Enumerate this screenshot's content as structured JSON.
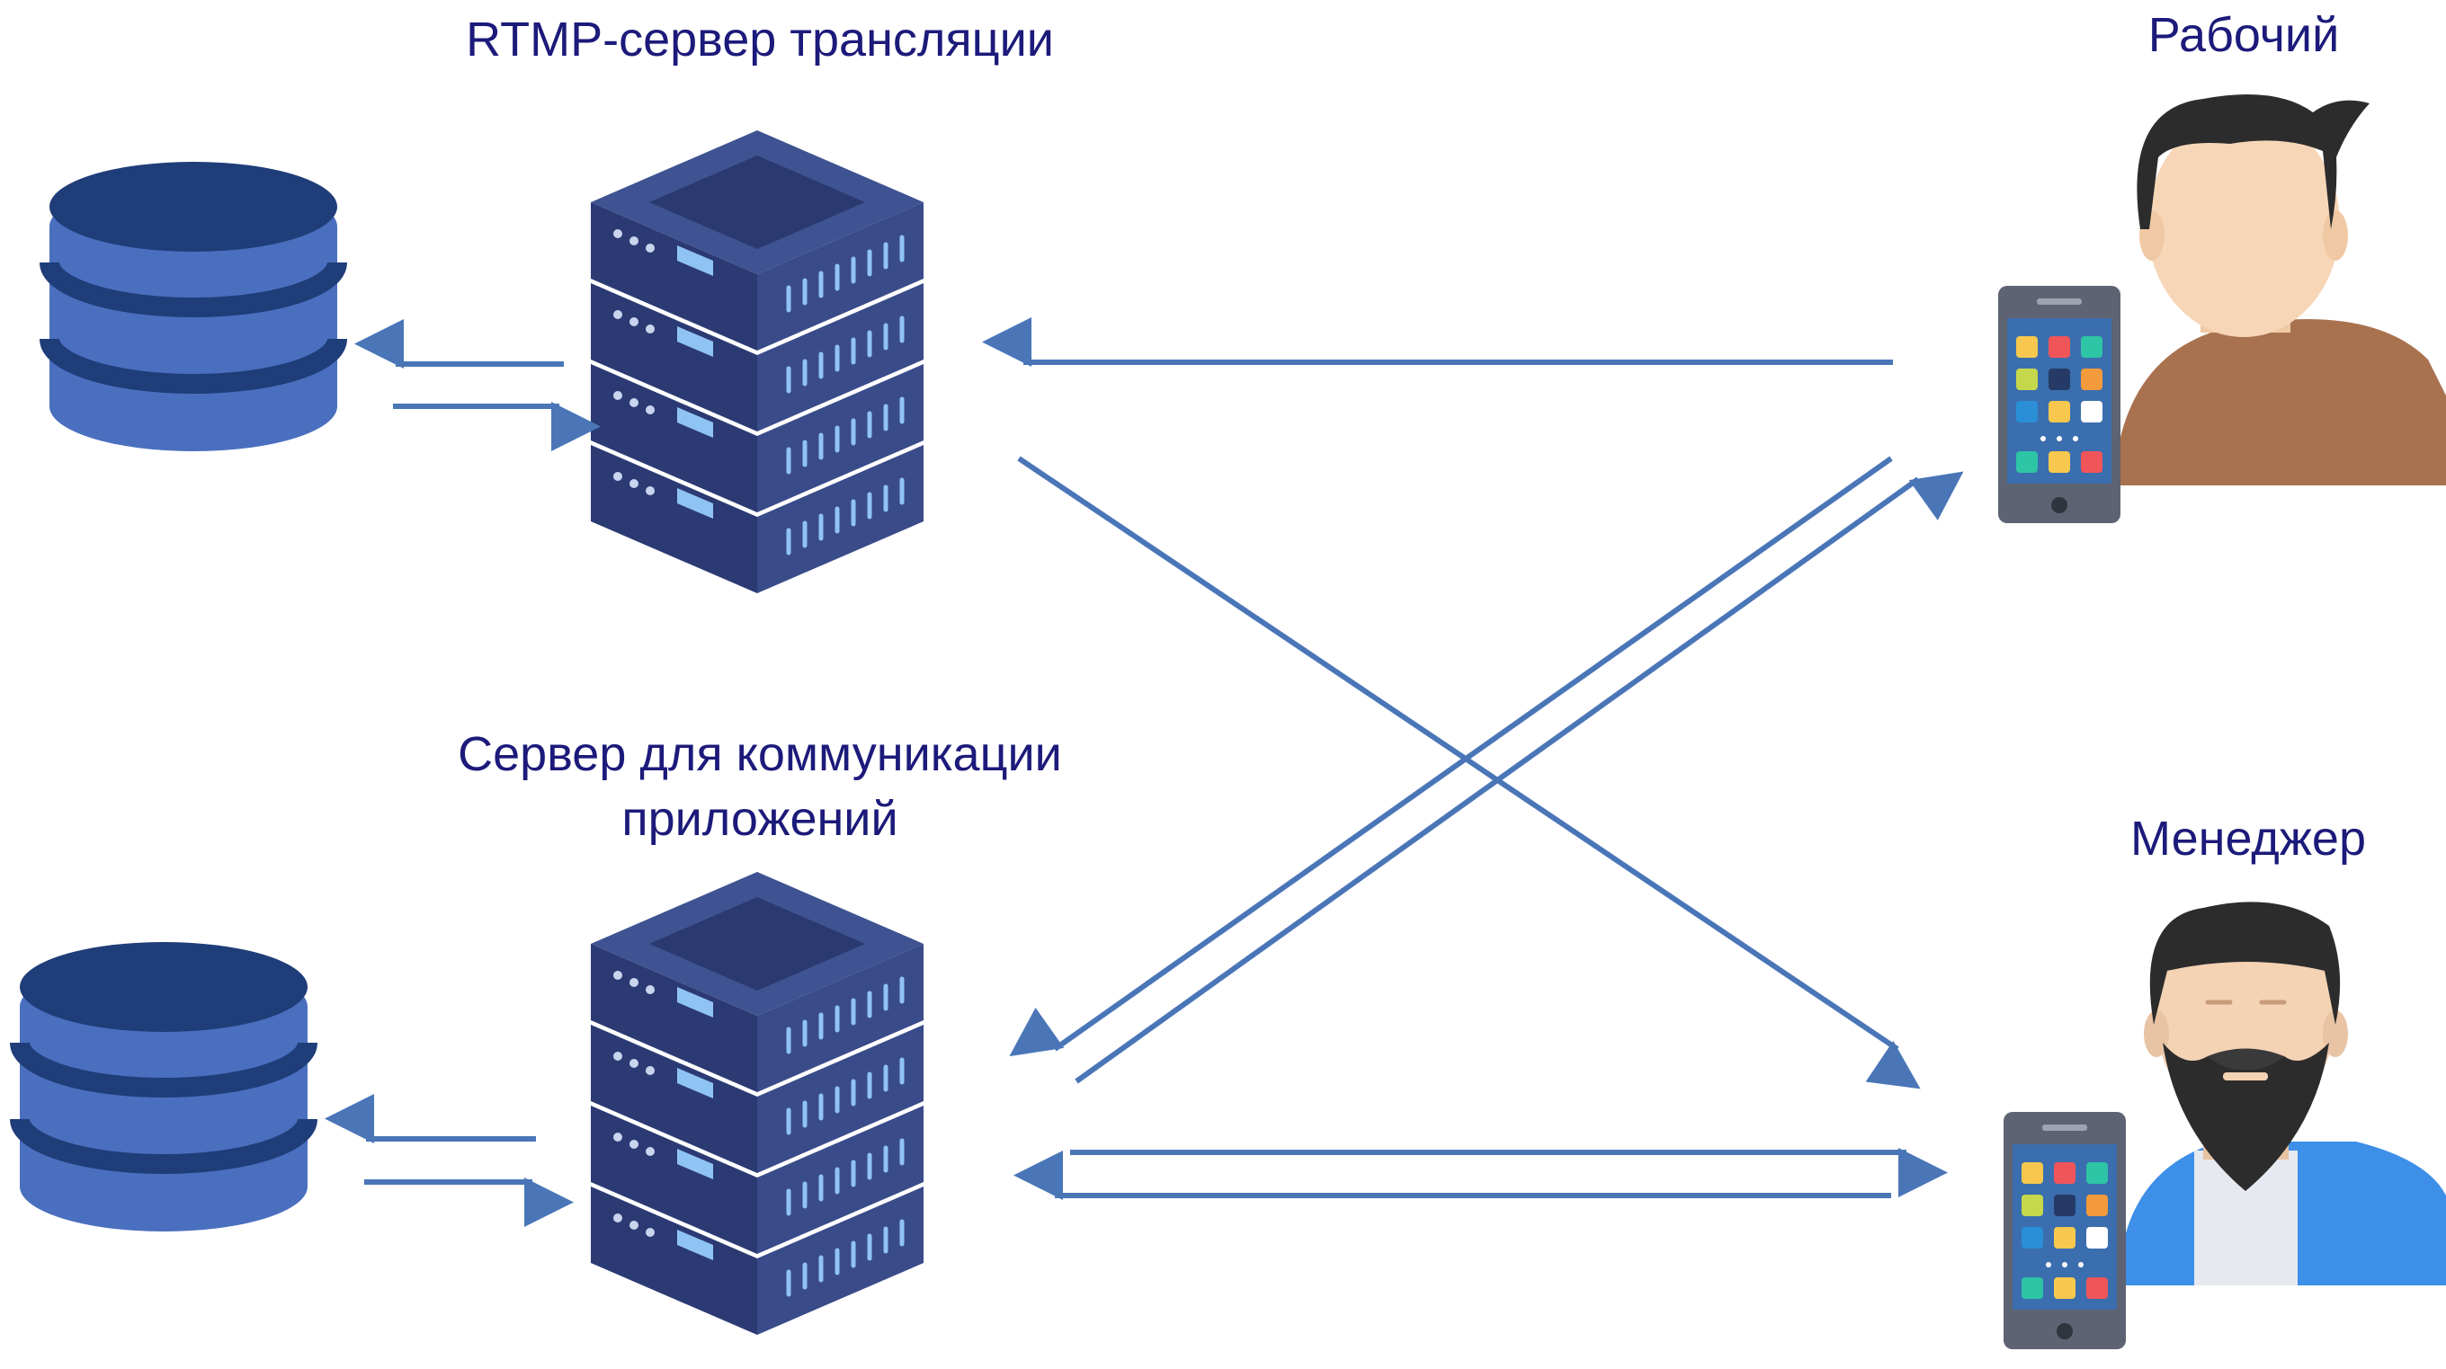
{
  "labels": {
    "rtmp_server": "RTMP-сервер трансляции",
    "app_server_line1": "Сервер для коммуникации",
    "app_server_line2": "приложений",
    "worker": "Рабочий",
    "manager": "Менеджер"
  },
  "icons": {
    "database": "database-icon",
    "server": "server-rack-icon",
    "phone": "smartphone-icon",
    "worker_avatar": "worker-avatar-icon",
    "manager_avatar": "manager-avatar-icon"
  },
  "colors": {
    "text": "#1c1a7a",
    "arrow": "#4a76b8",
    "database_top": "#1f3d78",
    "database_body": "#4a6fbf",
    "server_dark": "#243167",
    "server_face": "#34457f",
    "server_light": "#3f5291",
    "led": "#8fc3f3"
  }
}
